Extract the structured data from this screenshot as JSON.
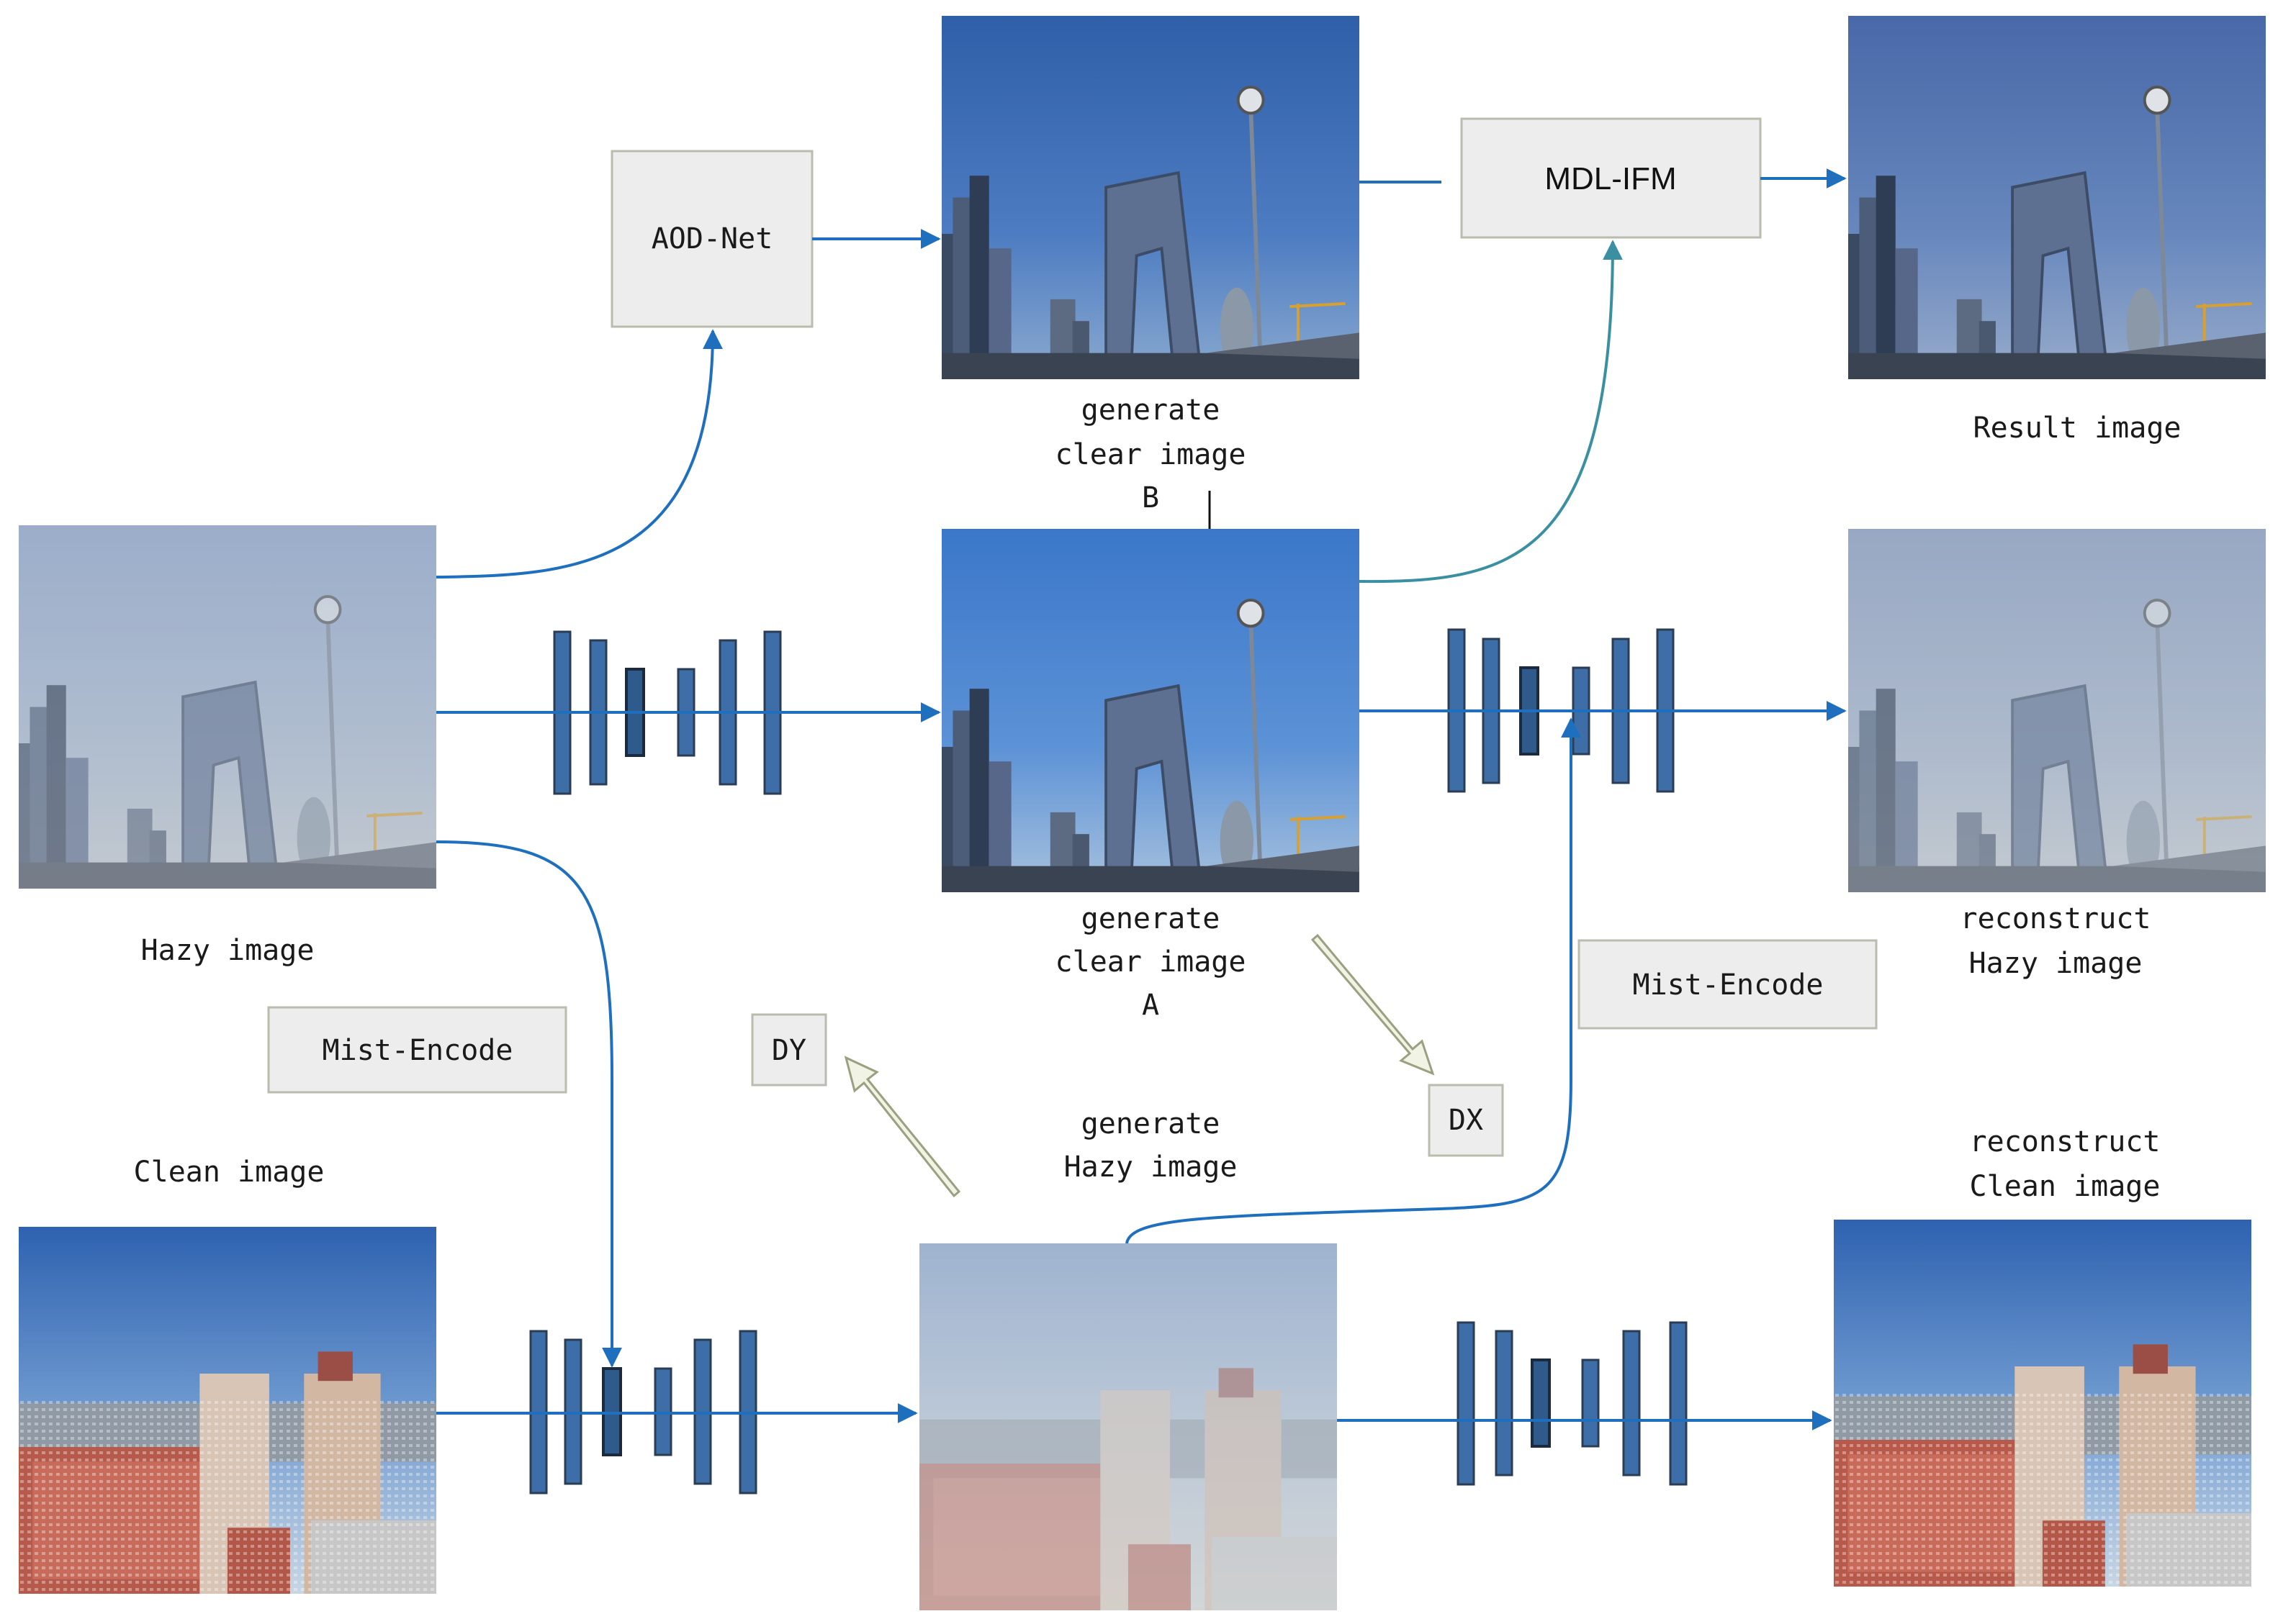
{
  "colors": {
    "edge": "#1f6fbf",
    "layer": "#3d6ea8",
    "box_fill": "#ededed",
    "teal_edge": "#3a8fa0"
  },
  "images": {
    "hazy_image": "Hazy image",
    "clean_image": "Clean image",
    "clear_b": [
      "generate",
      "clear image",
      "B"
    ],
    "clear_a": [
      "generate",
      "clear image",
      "A"
    ],
    "generate_hazy": [
      "generate",
      "Hazy image"
    ],
    "result": "Result image",
    "reconstruct_hazy": [
      "reconstruct",
      "Hazy image"
    ],
    "reconstruct_clean": [
      "reconstruct",
      "Clean image"
    ]
  },
  "boxes": {
    "aod_net": "AOD-Net",
    "mdl_ifm": "MDL-IFM",
    "mist_encode_left": "Mist-Encode",
    "mist_encode_right": "Mist-Encode",
    "dy": "DY",
    "dx": "DX"
  }
}
